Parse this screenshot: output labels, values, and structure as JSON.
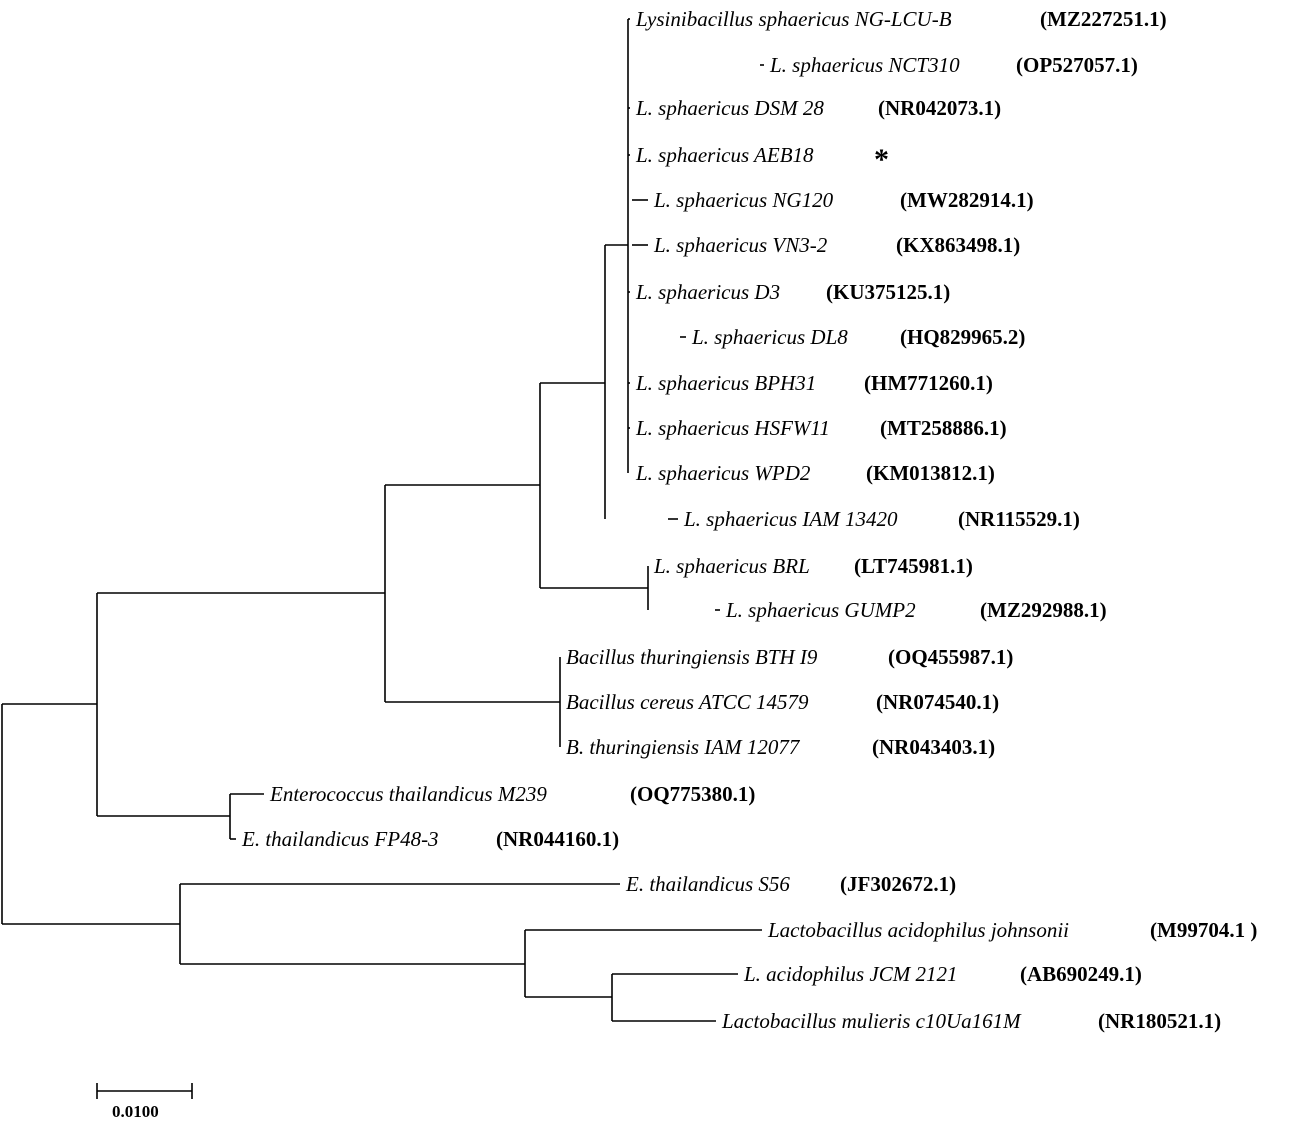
{
  "tree": {
    "leaves": [
      {
        "name": "Lysinibacillus sphaericus NG-LCU-B",
        "accession": "(MZ227251.1)"
      },
      {
        "name": "L. sphaericus NCT310",
        "accession": "(OP527057.1)"
      },
      {
        "name": "L. sphaericus DSM 28",
        "accession": "(NR042073.1)"
      },
      {
        "name": "L. sphaericus AEB18",
        "accession": "",
        "mark": "*"
      },
      {
        "name": "L. sphaericus NG120",
        "accession": "(MW282914.1)"
      },
      {
        "name": "L. sphaericus VN3-2",
        "accession": "(KX863498.1)"
      },
      {
        "name": "L. sphaericus D3",
        "accession": "(KU375125.1)"
      },
      {
        "name": "L. sphaericus DL8",
        "accession": "(HQ829965.2)"
      },
      {
        "name": "L. sphaericus BPH31",
        "accession": "(HM771260.1)"
      },
      {
        "name": "L. sphaericus HSFW11",
        "accession": "(MT258886.1)"
      },
      {
        "name": "L. sphaericus WPD2",
        "accession": "(KM013812.1)"
      },
      {
        "name": "L. sphaericus IAM 13420",
        "accession": "(NR115529.1)"
      },
      {
        "name": "L. sphaericus BRL",
        "accession": "(LT745981.1)"
      },
      {
        "name": "L. sphaericus GUMP2",
        "accession": "(MZ292988.1)"
      },
      {
        "name": "Bacillus thuringiensis BTH I9",
        "accession": "(OQ455987.1)"
      },
      {
        "name": "Bacillus cereus ATCC 14579",
        "accession": "(NR074540.1)"
      },
      {
        "name": "B. thuringiensis IAM 12077",
        "accession": "(NR043403.1)"
      },
      {
        "name": "Enterococcus thailandicus M239",
        "accession": "(OQ775380.1)"
      },
      {
        "name": "E. thailandicus FP48-3",
        "accession": "(NR044160.1)"
      },
      {
        "name": "E. thailandicus S56",
        "accession": "(JF302672.1)"
      },
      {
        "name": "Lactobacillus acidophilus johnsonii",
        "accession": "(M99704.1 )"
      },
      {
        "name": "L. acidophilus JCM 2121",
        "accession": "(AB690249.1)"
      },
      {
        "name": "Lactobacillus mulieris c10Ua161M",
        "accession": "(NR180521.1)"
      }
    ],
    "scale_bar": {
      "label": "0.0100"
    }
  }
}
